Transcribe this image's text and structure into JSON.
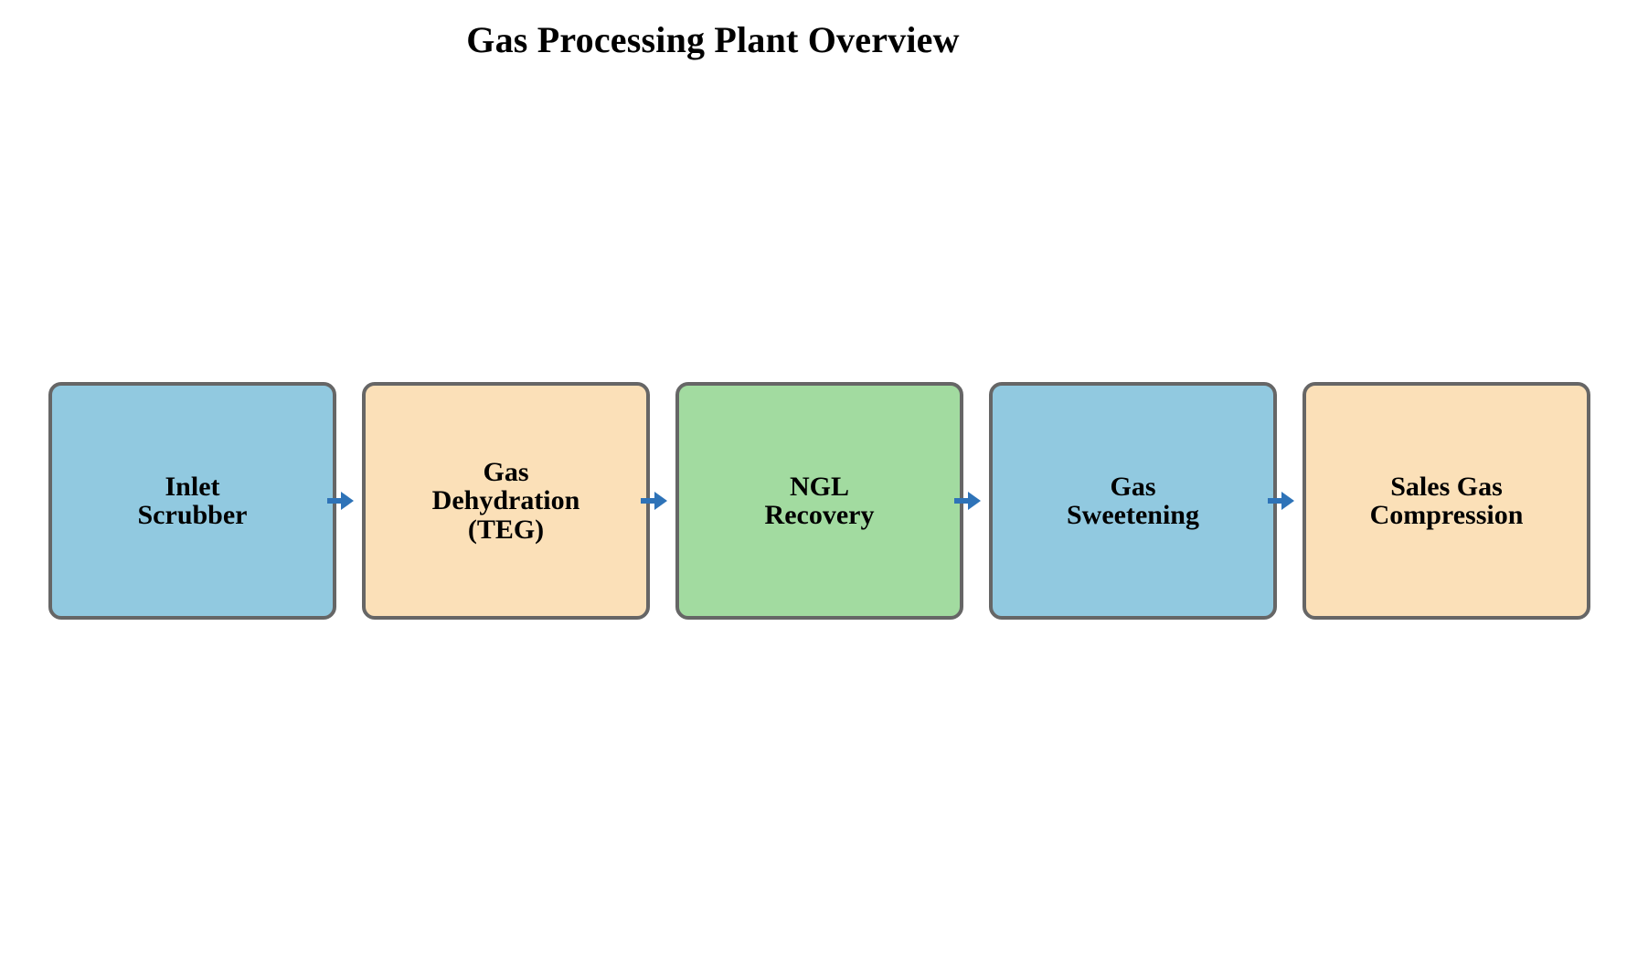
{
  "title": "Gas Processing Plant Overview",
  "diagram": {
    "type": "process-flow",
    "orientation": "horizontal",
    "background_color": "#ffffff",
    "node_border_color": "#666666",
    "arrow_color": "#2e73b8",
    "text_color": "#000000",
    "nodes": [
      {
        "id": "inlet-scrubber",
        "label": "Inlet\nScrubber",
        "fill_color": "#91c9e0",
        "order": 1
      },
      {
        "id": "gas-dehydration",
        "label": "Gas\nDehydration\n(TEG)",
        "fill_color": "#fbe0b8",
        "order": 2
      },
      {
        "id": "ngl-recovery",
        "label": "NGL\nRecovery",
        "fill_color": "#a2dba0",
        "order": 3
      },
      {
        "id": "gas-sweetening",
        "label": "Gas\nSweetening",
        "fill_color": "#91c9e0",
        "order": 4
      },
      {
        "id": "sales-gas-compression",
        "label": "Sales Gas\nCompression",
        "fill_color": "#fbe0b8",
        "order": 5
      }
    ],
    "connectors": [
      {
        "id": "arrow-1",
        "from": "inlet-scrubber",
        "to": "gas-dehydration",
        "glyph": "arrow-right-icon"
      },
      {
        "id": "arrow-2",
        "from": "gas-dehydration",
        "to": "ngl-recovery",
        "glyph": "arrow-right-icon"
      },
      {
        "id": "arrow-3",
        "from": "ngl-recovery",
        "to": "gas-sweetening",
        "glyph": "arrow-right-icon"
      },
      {
        "id": "arrow-4",
        "from": "gas-sweetening",
        "to": "sales-gas-compression",
        "glyph": "arrow-right-icon"
      }
    ]
  }
}
